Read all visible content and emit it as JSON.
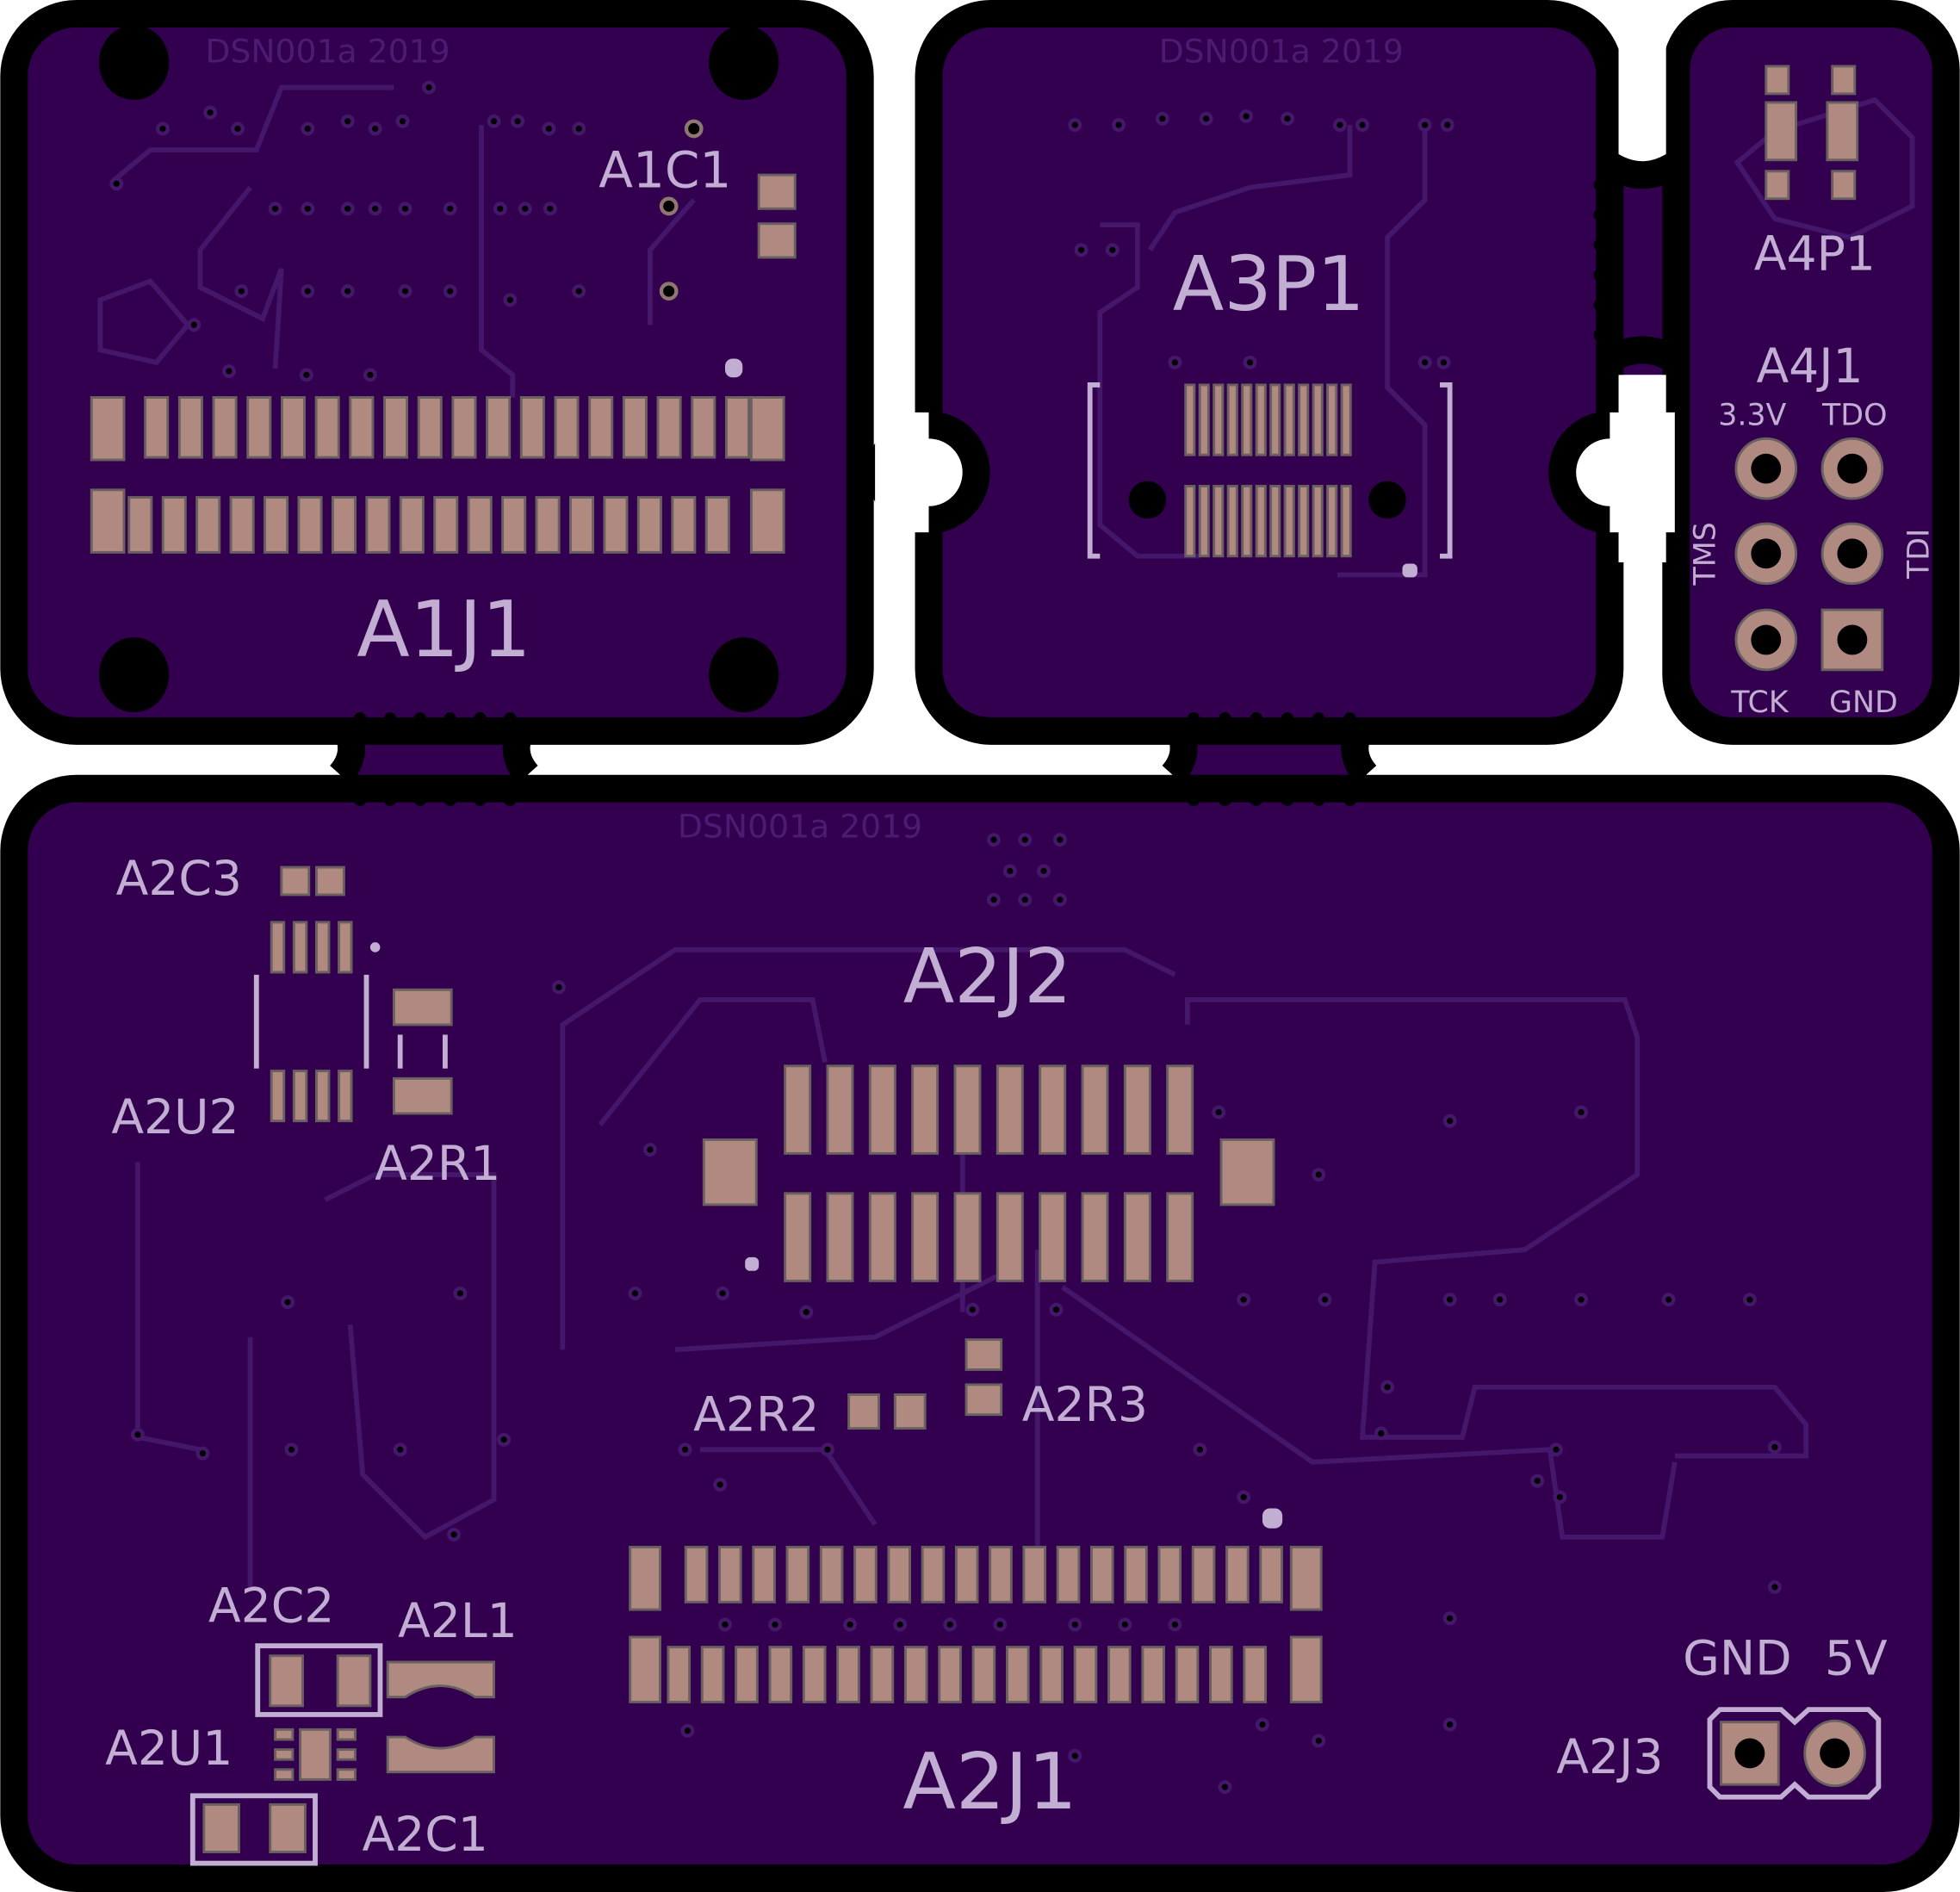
{
  "boards": {
    "a1": {
      "watermark": "DSN001a 2019",
      "c1_label": "A1C1",
      "j1_label": "A1J1"
    },
    "a3": {
      "watermark": "DSN001a 2019",
      "p1_label": "A3P1"
    },
    "a4": {
      "p1_label": "A4P1",
      "j1_label": "A4J1",
      "pins": {
        "v33": "3.3V",
        "tdo": "TDO",
        "tms": "TMS",
        "tdi": "TDI",
        "tck": "TCK",
        "gnd": "GND"
      }
    },
    "a2": {
      "watermark": "DSN001a 2019",
      "c3_label": "A2C3",
      "u2_label": "A2U2",
      "r1_label": "A2R1",
      "j2_label": "A2J2",
      "r2_label": "A2R2",
      "r3_label": "A2R3",
      "j1_label": "A2J1",
      "c2_label": "A2C2",
      "l1_label": "A2L1",
      "u1_label": "A2U1",
      "c1_label": "A2C1",
      "j3_label": "A2J3",
      "gnd_label": "GND",
      "v5_label": "5V"
    }
  },
  "colors": {
    "board": "#330050",
    "outline": "#000000",
    "silkscreen": "#c3aed3",
    "pad": "#b08a80"
  }
}
